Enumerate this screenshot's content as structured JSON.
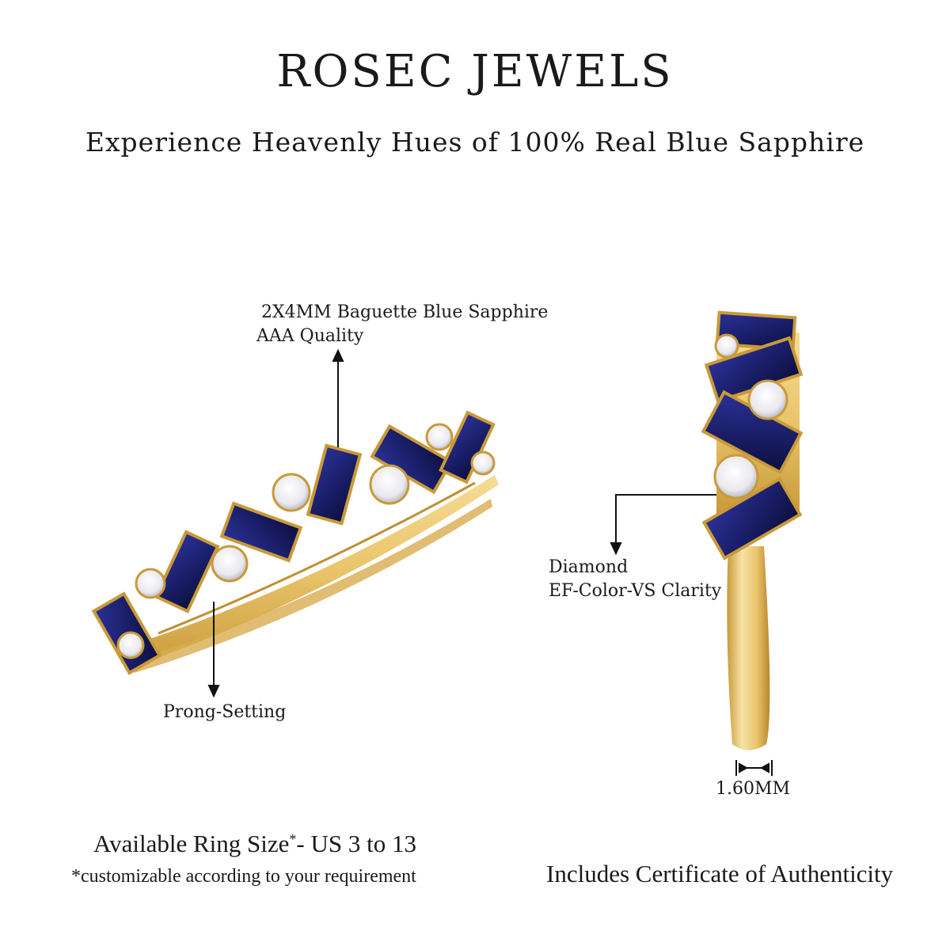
{
  "brand": "ROSEC JEWELS",
  "tagline": "Experience Heavenly Hues of 100% Real Blue Sapphire",
  "callouts": {
    "sapphire_line1": "2X4MM Baguette Blue Sapphire",
    "sapphire_line2": "AAA Quality",
    "prong": "Prong-Setting",
    "diamond_line1": "Diamond",
    "diamond_line2": "EF-Color-VS Clarity",
    "width": "1.60MM"
  },
  "ring_size": {
    "label": "Available Ring Size",
    "mark": "*",
    "range": "- US 3 to 13",
    "note": "*customizable according to your requirement"
  },
  "certificate": "Includes Certificate of Authenticity",
  "colors": {
    "gold": "#e9c46a",
    "gold_dark": "#c99a3a",
    "sapphire": "#1b1f6b",
    "diamond": "#f3f3f6"
  }
}
